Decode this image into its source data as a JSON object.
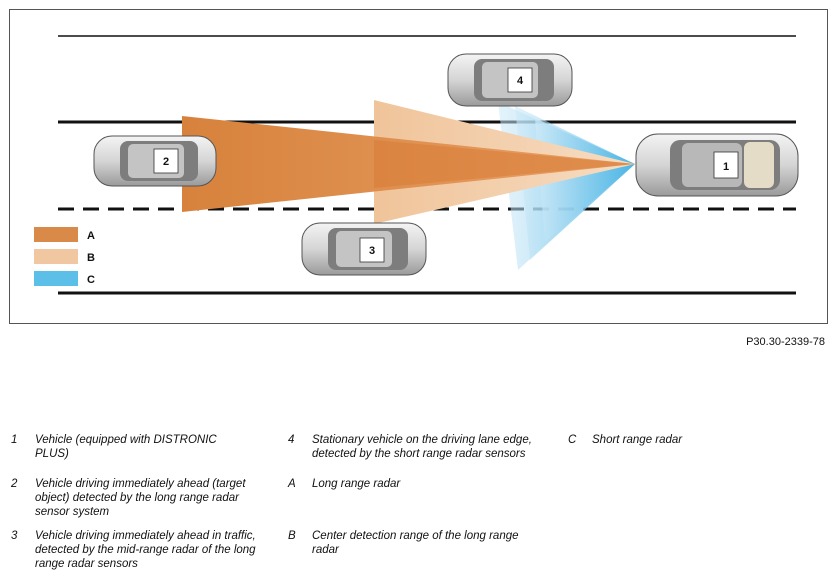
{
  "figure_ref": "P30.30-2339-78",
  "colors": {
    "long_range": "#d98a48",
    "center_range": "#f0c7a0",
    "short_range": "#5cbfe8",
    "road_line": "#111111"
  },
  "swatches": [
    {
      "key": "A"
    },
    {
      "key": "B"
    },
    {
      "key": "C"
    }
  ],
  "vehicles": [
    {
      "num": "1"
    },
    {
      "num": "2"
    },
    {
      "num": "3"
    },
    {
      "num": "4"
    }
  ],
  "legend": [
    {
      "key": "1",
      "text": "Vehicle (equipped with DISTRONIC PLUS)"
    },
    {
      "key": "2",
      "text": "Vehicle driving immediately ahead (target object) detected by the long range radar sensor system"
    },
    {
      "key": "3",
      "text": "Vehicle driving immediately ahead in traffic, detected by the mid-range radar of the long range radar sensors"
    },
    {
      "key": "4",
      "text": "Stationary vehicle on the driving lane edge, detected by the short range radar sensors"
    },
    {
      "key": "A",
      "text": "Long range radar"
    },
    {
      "key": "B",
      "text": "Center detection range of the long range radar"
    },
    {
      "key": "C",
      "text": "Short range radar"
    }
  ]
}
